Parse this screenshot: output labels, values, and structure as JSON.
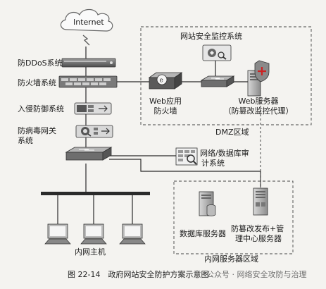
{
  "nodes": {
    "internet": "Internet",
    "ddos": "防DDoS系统",
    "firewall": "防火墙系统",
    "ips": "入侵防御系统",
    "antivirus_line1": "防病毒网关",
    "antivirus_line2": "系统",
    "audit_line1": "网络/数据库审",
    "audit_line2": "计系统",
    "monitor_system": "网站安全监控系统",
    "waf_line1": "Web应用",
    "waf_line2": "防火墙",
    "web_server_line1": "Web服务器",
    "web_server_line2": "（防篡改监控代理）",
    "dmz": "DMZ区域",
    "db_server": "数据库服务器",
    "tamper_line1": "防篡改发布+管",
    "tamper_line2": "理中心服务器",
    "intranet_zone": "内网服务器区域",
    "hosts": "内网主机"
  },
  "caption": "图 22-14　政府网站安全防护方案示意图",
  "watermark": "公众号 · 网络安全攻防与治理",
  "colors": {
    "line": "#2a2a2a",
    "device": "#6b6b6b",
    "device_light": "#a9a9a9",
    "dashed": "#444444"
  }
}
